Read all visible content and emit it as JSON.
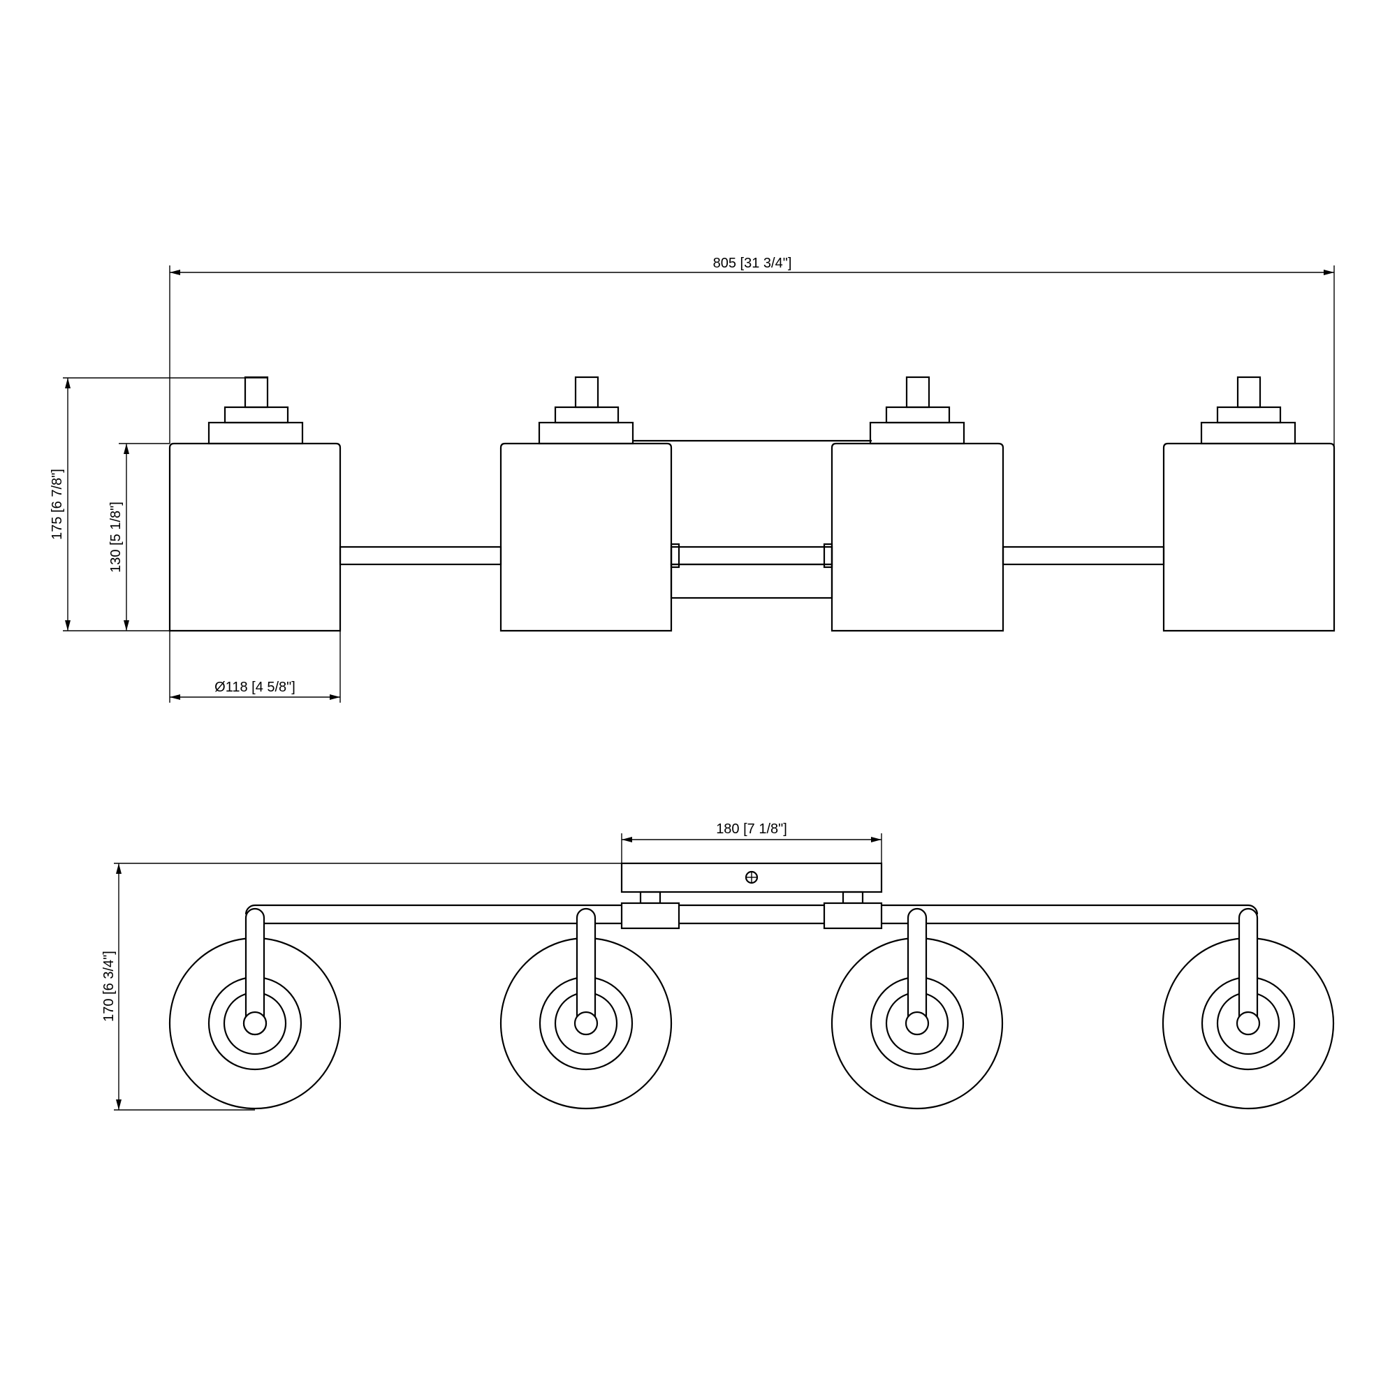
{
  "dimensions": {
    "overall_width": "805 [31 3/4\"]",
    "overall_height": "175 [6 7/8\"]",
    "shade_height": "130 [5 1/8\"]",
    "shade_diameter": "Ø118 [4 5/8\"]",
    "backplate_width": "180 [7 1/8\"]",
    "depth": "170 [6 3/4\"]"
  }
}
